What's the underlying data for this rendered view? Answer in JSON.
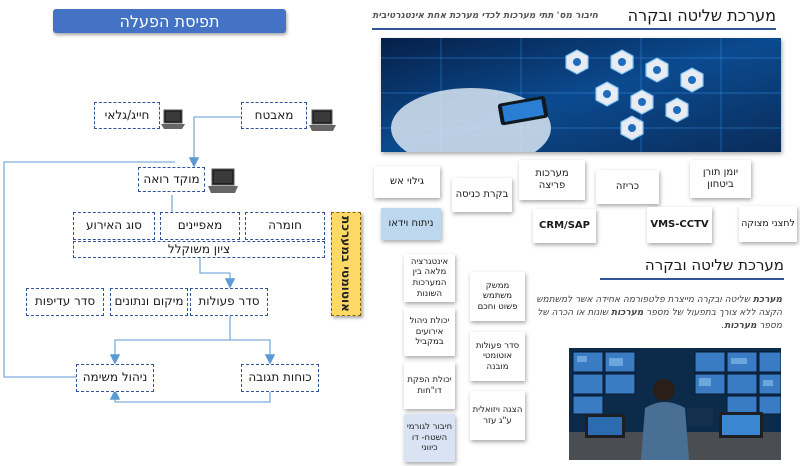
{
  "left_panel": {
    "title": "תפיסת הפעלה",
    "flow": {
      "kitchen": "מאבטח",
      "guard": "חייג/גלאי",
      "control_center": "מוקד רואה",
      "material": "חומרה",
      "characteristics": "מאפיינים",
      "event_type": "סוג האירוע",
      "weighted_score": "ציון משוקלל",
      "automatic_system": "אוטומטי במערכת",
      "action_order": "סדר פעולות",
      "location_data": "מיקום ונתונים",
      "priority_order": "סדר עדיפות",
      "response_forces": "כוחות תגובה",
      "mission_mgmt": "ניהול משימה"
    }
  },
  "right_panel": {
    "title": "מערכת שליטה ובקרה",
    "subtitle": "חיבור מס' תתי מערכות לכדי מערכת אחת אינטגרטיבית",
    "modules": {
      "fire_alarm": "גילוי אש",
      "access_control": "בקרת כניסה",
      "intrusion": "מערכות פריצה",
      "gate": "כריזה",
      "shift_log": "יומן תורן ביטחון",
      "video_analytics": "ניתוח וידאו",
      "crm": "CRM/SAP",
      "vms": "VMS-CCTV",
      "panic": "לחצני מצוקה"
    },
    "section2_title": "מערכת שליטה ובקרה",
    "description_parts": {
      "p1": "מערכת",
      "p2": " שליטה ובקרה מייצרת פלטפורמה אחידה אשר למשתמש הקצה ללא צורך בתפעול של מספר ",
      "p3": "מערכות",
      "p4": " שונות או הכרה של מספר ",
      "p5": "מערכות",
      "p6": "."
    },
    "features_left": [
      "אינטגרציה מלאה בין המערכות השונות",
      "יכולת ניהול אירועים במקביל",
      "יכולת הפקת דו\"חות",
      "חיבור לגורמי השטח- דו כיווני"
    ],
    "features_right": [
      "ממשק משתמש פשוט וחכם",
      "סדר פעולות אוטומטי מובנה",
      "הצגה ויזואלית ע\"ג עזר"
    ]
  },
  "colors": {
    "title_bar": "#4472c4",
    "header_blue": "#2f5597",
    "auto_box": "#ffd966",
    "video_box": "#bdd7ee",
    "link_box": "#dae3f3"
  }
}
